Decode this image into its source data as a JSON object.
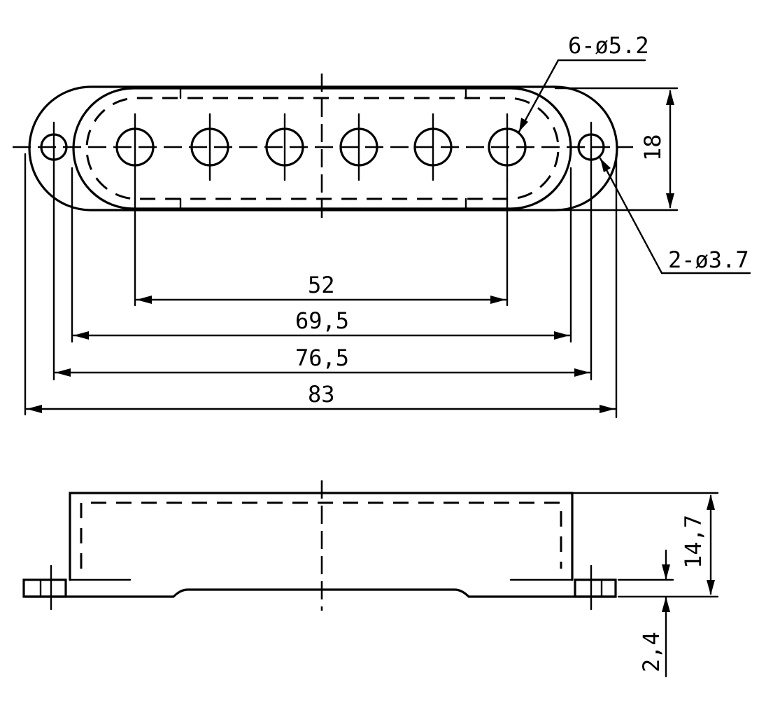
{
  "top_view": {
    "dimensions": {
      "pole_span": "52",
      "cover_length": "69,5",
      "mount_hole_span": "76,5",
      "overall_length": "83",
      "width": "18"
    },
    "callouts": {
      "pole_holes": "6-ø5.2",
      "mount_holes": "2-ø3.7"
    }
  },
  "side_view": {
    "dimensions": {
      "height": "14,7",
      "flange_thickness": "2,4"
    }
  }
}
